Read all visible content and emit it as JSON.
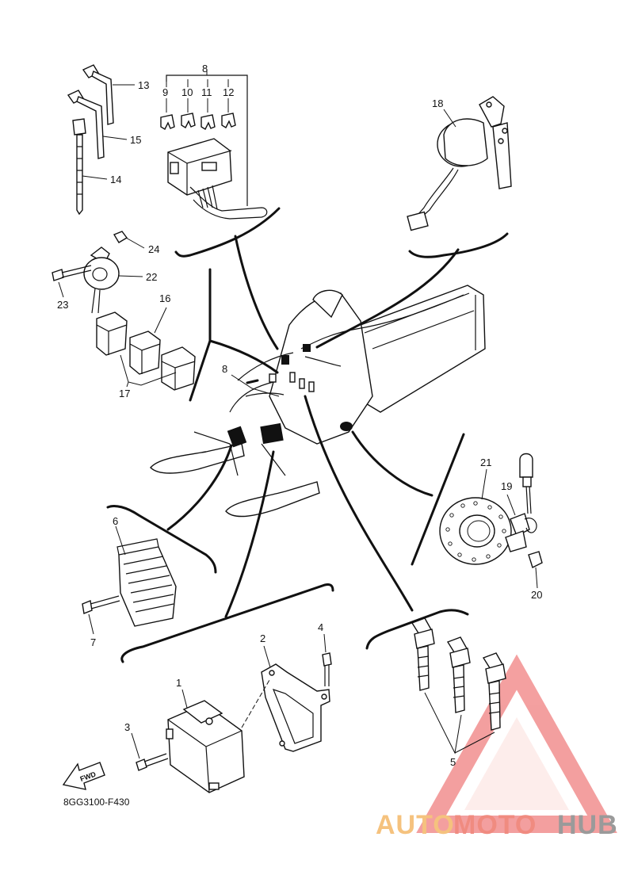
{
  "diagram_code": "8GG3100-F430",
  "fwd_label": "FWD",
  "callouts": {
    "c1": "1",
    "c2": "2",
    "c3": "3",
    "c4": "4",
    "c5": "5",
    "c6": "6",
    "c7": "7",
    "c8_top": "8",
    "c8_mid": "8",
    "c9": "9",
    "c10": "10",
    "c11": "11",
    "c12": "12",
    "c13": "13",
    "c14": "14",
    "c15": "15",
    "c16": "16",
    "c17": "17",
    "c18": "18",
    "c19": "19",
    "c20": "20",
    "c21": "21",
    "c22": "22",
    "c23": "23",
    "c24": "24"
  },
  "watermark": {
    "part1": "AUTO",
    "part2": "MOTO",
    "part3": "HUB",
    "colors": {
      "auto": "#f5c27e",
      "moto": "#f08b80",
      "hub": "#9a9a9a",
      "triangle": "#f08080"
    }
  }
}
